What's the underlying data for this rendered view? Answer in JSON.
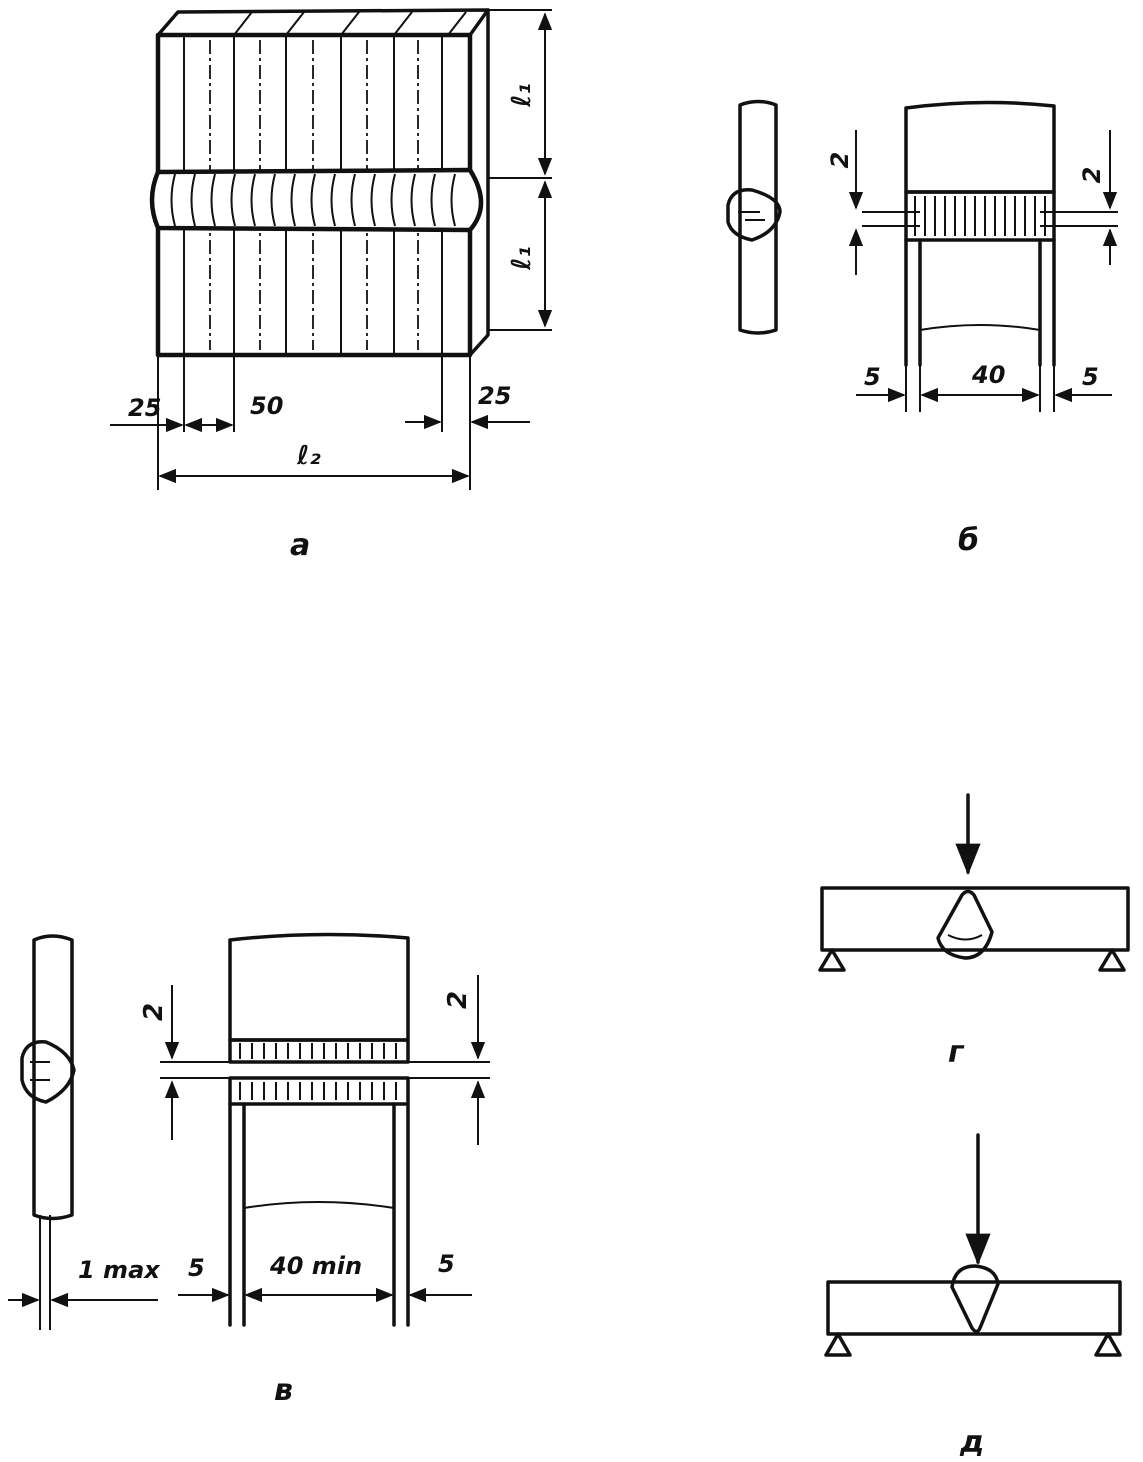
{
  "figure_a": {
    "caption": "а",
    "dim_l1_top": "ℓ₁",
    "dim_l1_bottom": "ℓ₁",
    "dim_25_left": "25",
    "dim_50": "50",
    "dim_25_right": "25",
    "dim_l2": "ℓ₂"
  },
  "figure_b": {
    "caption": "б",
    "dim_2_left": "2",
    "dim_2_right": "2",
    "dim_5_left": "5",
    "dim_40": "40",
    "dim_5_right": "5"
  },
  "figure_v": {
    "caption": "в",
    "dim_2_left": "2",
    "dim_2_right": "2",
    "dim_1max": "1 max",
    "dim_5_left": "5",
    "dim_40min": "40 min",
    "dim_5_right": "5"
  },
  "figure_g": {
    "caption": "г"
  },
  "figure_d": {
    "caption": "д"
  }
}
